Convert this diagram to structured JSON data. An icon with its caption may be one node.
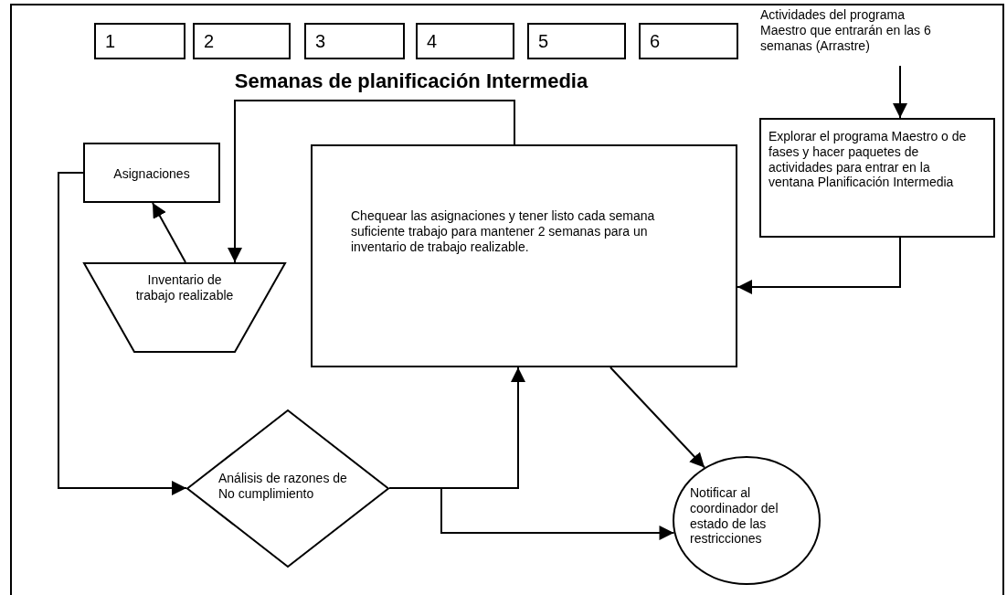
{
  "diagram": {
    "title": "Semanas de planificación Intermedia",
    "nodes": [
      {
        "text": [
          "1"
        ]
      },
      {
        "text": [
          "2"
        ]
      },
      {
        "text": [
          "3"
        ]
      },
      {
        "text": [
          "4"
        ]
      },
      {
        "text": [
          "5"
        ]
      },
      {
        "text": [
          "6"
        ]
      },
      {
        "text": [
          "Actividades del programa Maestro que entrarán en las 6 semanas (Arrastre)"
        ]
      },
      {
        "text": [
          "Explorar el programa Maestro o de fases y hacer paquetes de actividades para entrar en la ventana Planificación Intermedia"
        ]
      },
      {
        "text": [
          "Asignaciones"
        ]
      },
      {
        "text": [
          "Chequear las asignaciones y tener listo cada semana suficiente trabajo para mantener 2 semanas para un inventario  de trabajo realizable."
        ]
      },
      {
        "text": [
          "Inventario de trabajo realizable"
        ]
      },
      {
        "text": [
          "Análisis de razones de No cumplimiento"
        ]
      },
      {
        "text": [
          "Notificar al coordinador del estado de las restricciones"
        ]
      }
    ],
    "edges": [
      {
        "from": 6,
        "to": 7,
        "arrow": "to"
      },
      {
        "from": 7,
        "to": 9,
        "arrow": "to"
      },
      {
        "from": 9,
        "to": 10,
        "arrow": "to"
      },
      {
        "from": 10,
        "to": 8,
        "arrow": "to"
      },
      {
        "from": 8,
        "to": 11,
        "arrow": "to"
      },
      {
        "from": 11,
        "to": 9,
        "arrow": "to"
      },
      {
        "from": 11,
        "to": 12,
        "arrow": "to"
      },
      {
        "from": 9,
        "to": 12,
        "arrow": "to"
      }
    ]
  }
}
